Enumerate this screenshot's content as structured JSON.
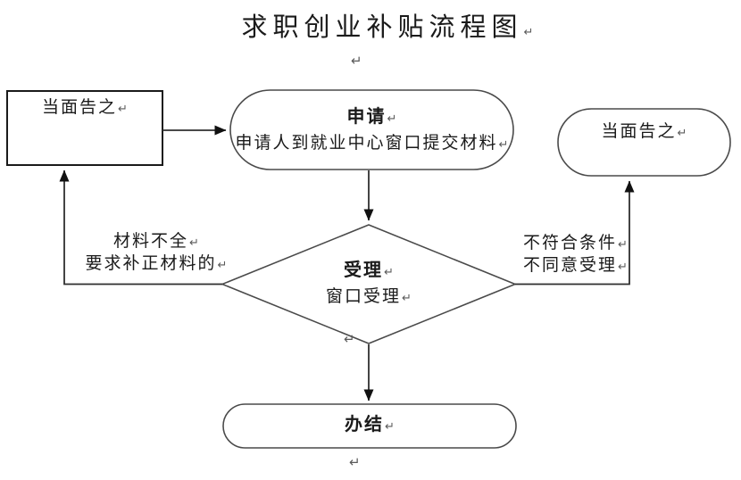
{
  "title": "求职创业补贴流程图",
  "paragraph_mark": "↵",
  "nodes": {
    "notify_left": {
      "label": "当面告之"
    },
    "apply": {
      "title": "申请",
      "subtitle": "申请人到就业中心窗口提交材料"
    },
    "notify_right": {
      "label": "当面告之"
    },
    "review": {
      "title": "受理",
      "subtitle": "窗口受理"
    },
    "complete": {
      "label": "办结"
    }
  },
  "edge_labels": {
    "incomplete": {
      "line1": "材料不全",
      "line2": "要求补正材料的"
    },
    "rejected": {
      "line1": "不符合条件",
      "line2": "不同意受理"
    }
  },
  "colors": {
    "background": "#ffffff",
    "text": "#1a1a1a",
    "line": "#2f2f2f",
    "shape": "#4a4a4a",
    "mark": "#5a5a5a"
  }
}
